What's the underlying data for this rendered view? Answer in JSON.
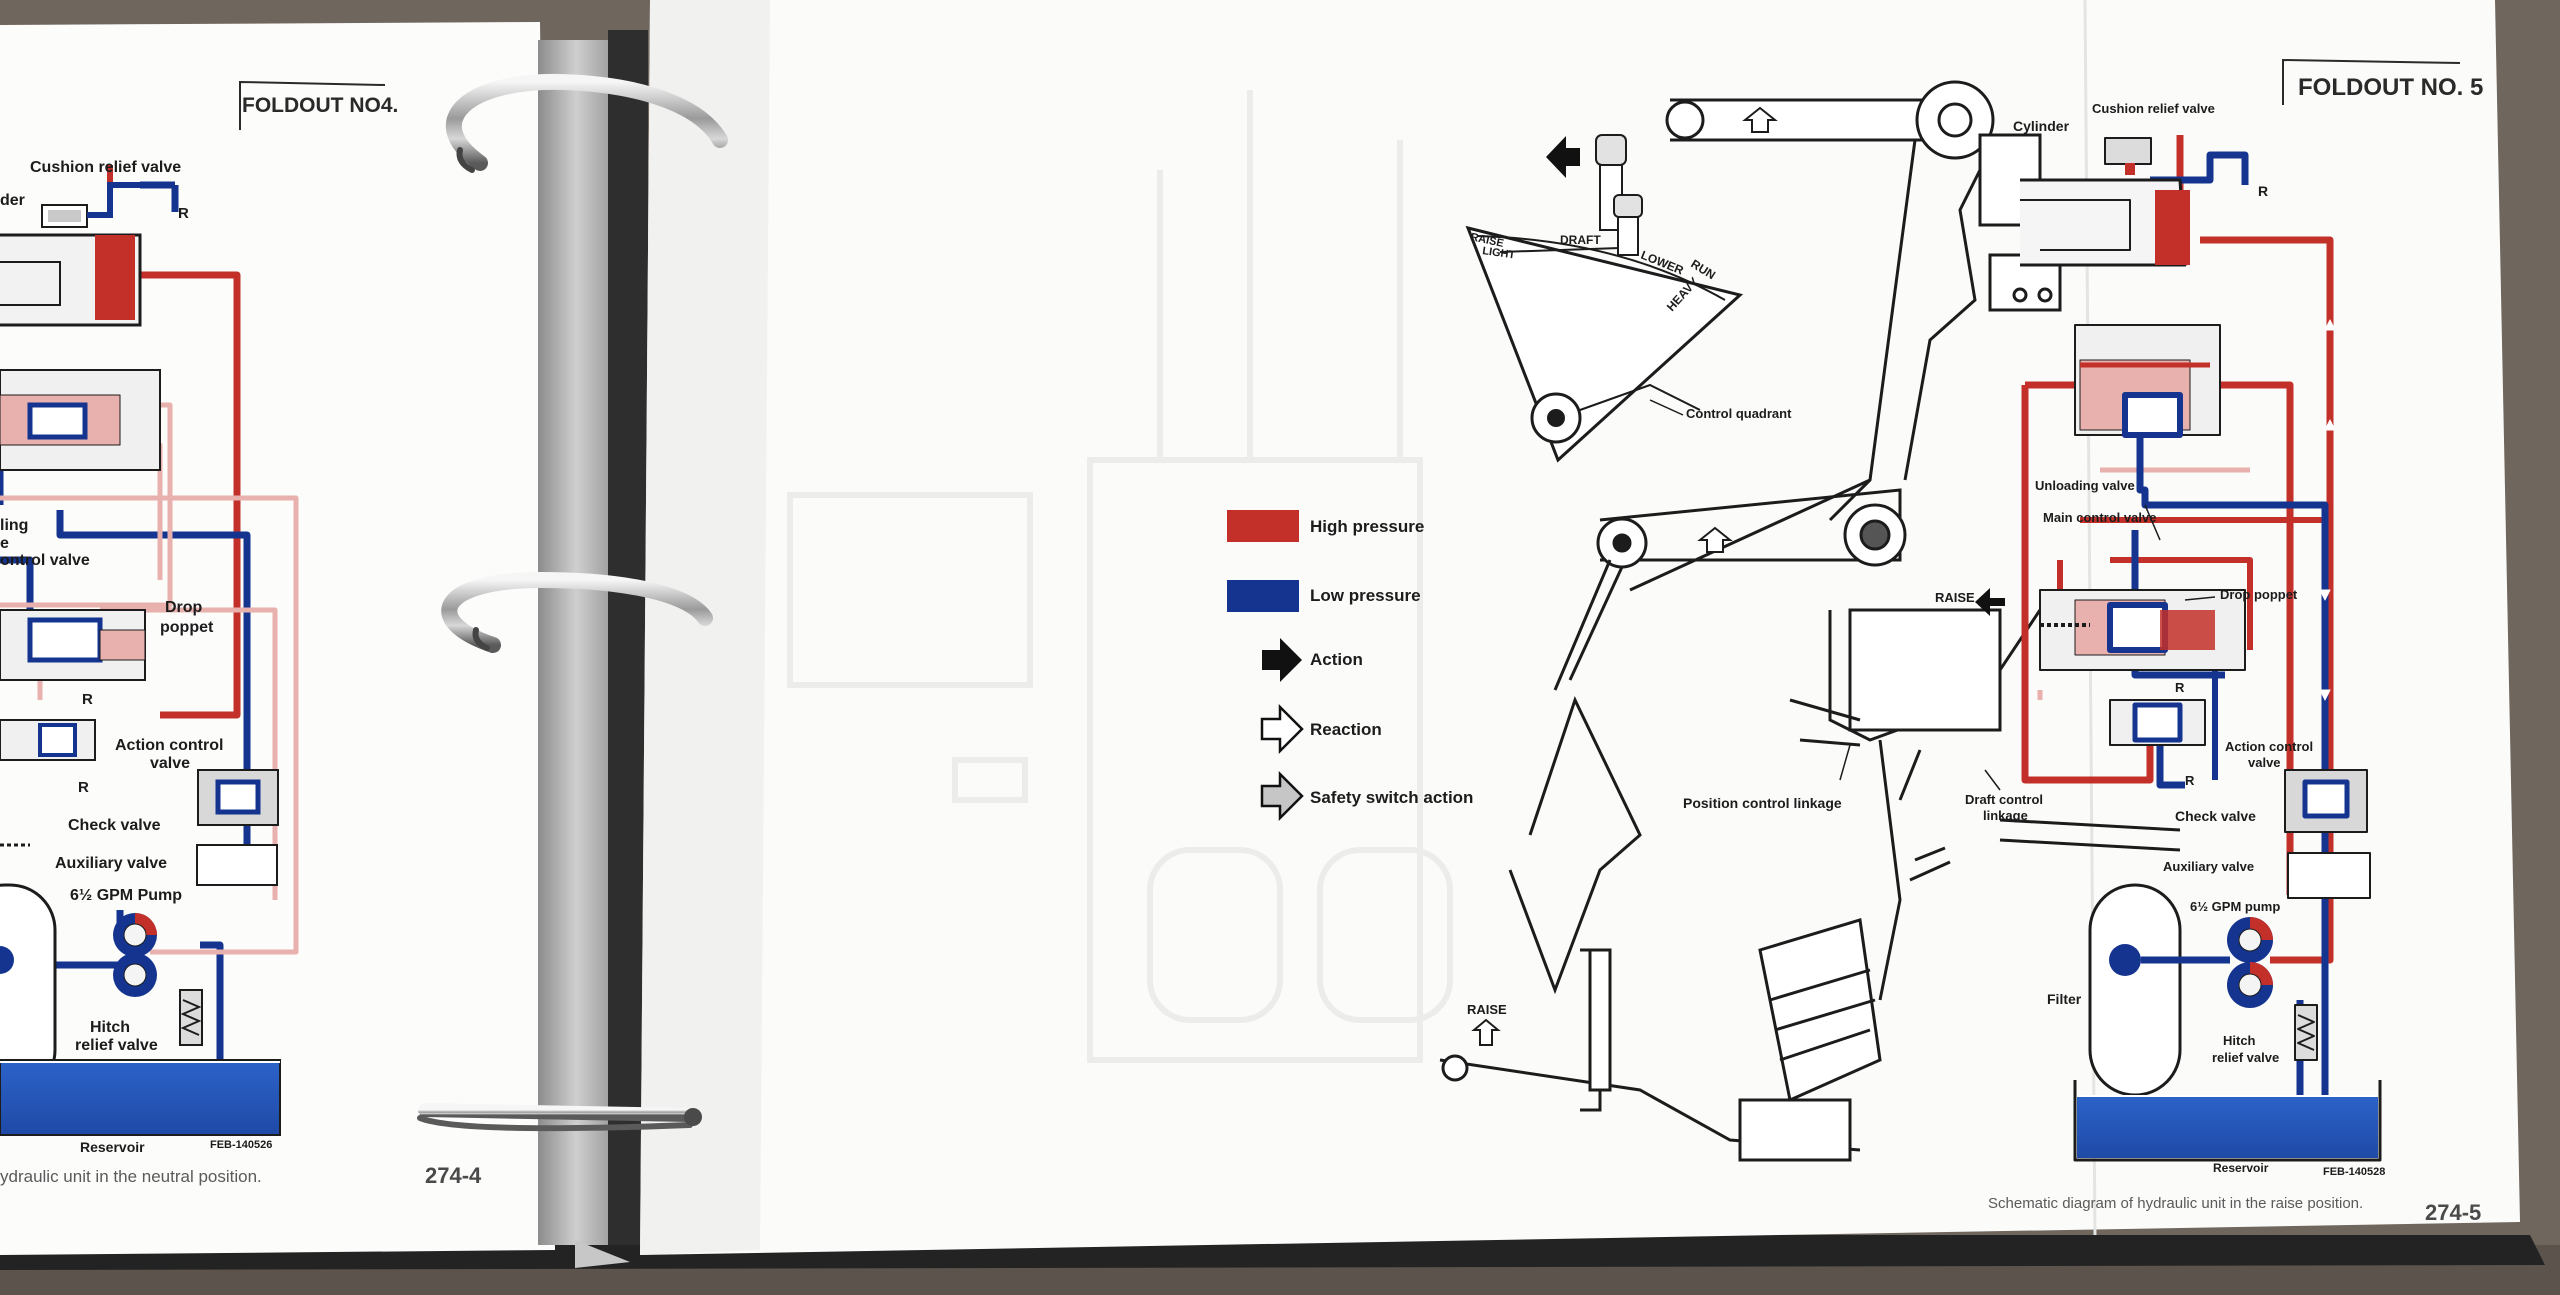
{
  "colors": {
    "high_pressure": "#c3302a",
    "low_pressure": "#15348f",
    "ink": "#1c1c1c",
    "paper": "#fbfbfa",
    "wood": "#6e655c",
    "binder": "#242424"
  },
  "left_page": {
    "header": "FOLDOUT NO4.",
    "labels": {
      "cushion_relief_valve": "Cushion relief valve",
      "cylinder_fragment": "der",
      "r_top": "R",
      "ling_fragment": "ling",
      "e_fragment": "e",
      "control_valve_fragment": "ontrol valve",
      "drop": "Drop",
      "poppet": "poppet",
      "r_mid": "R",
      "action_control": "Action control",
      "valve_action": "valve",
      "r_low": "R",
      "check_valve": "Check valve",
      "auxiliary_valve": "Auxiliary valve",
      "gpm_pump": "6½ GPM Pump",
      "hitch": "Hitch",
      "relief_valve": "relief valve",
      "reservoir": "Reservoir",
      "part_number": "FEB-140526"
    },
    "caption": "ydraulic unit in the neutral position.",
    "page_number": "274-4"
  },
  "right_page": {
    "header": "FOLDOUT NO. 5",
    "legend": [
      {
        "label": "High pressure",
        "symbol": "red-box"
      },
      {
        "label": "Low pressure",
        "symbol": "blue-box"
      },
      {
        "label": "Action",
        "symbol": "black-arrow"
      },
      {
        "label": "Reaction",
        "symbol": "white-arrow"
      },
      {
        "label": "Safety switch action",
        "symbol": "gray-arrow"
      }
    ],
    "quadrant": {
      "raise": "RAISE",
      "light": "LIGHT",
      "draft": "DRAFT",
      "lower": "LOWER",
      "run": "RUN",
      "heavy": "HEAVY",
      "control_quadrant": "Control quadrant"
    },
    "labels": {
      "cushion_relief_valve": "Cushion relief valve",
      "cylinder": "Cylinder",
      "r_top": "R",
      "unloading_valve": "Unloading valve",
      "main_control_valve": "Main control valve",
      "raise_mid": "RAISE",
      "drop_poppet": "Drop poppet",
      "r_mid": "R",
      "action_control": "Action control",
      "valve_action": "valve",
      "r_low": "R",
      "check_valve": "Check valve",
      "auxiliary_valve": "Auxiliary valve",
      "gpm_pump": "6½ GPM pump",
      "filter": "Filter",
      "hitch": "Hitch",
      "relief_valve": "relief valve",
      "position_control_linkage": "Position control linkage",
      "draft_control": "Draft control",
      "linkage": "linkage",
      "raise_bottom": "RAISE",
      "reservoir": "Reservoir",
      "part_number": "FEB-140528"
    },
    "caption": "Schematic diagram of hydraulic unit in the raise position.",
    "page_number": "274-5"
  }
}
